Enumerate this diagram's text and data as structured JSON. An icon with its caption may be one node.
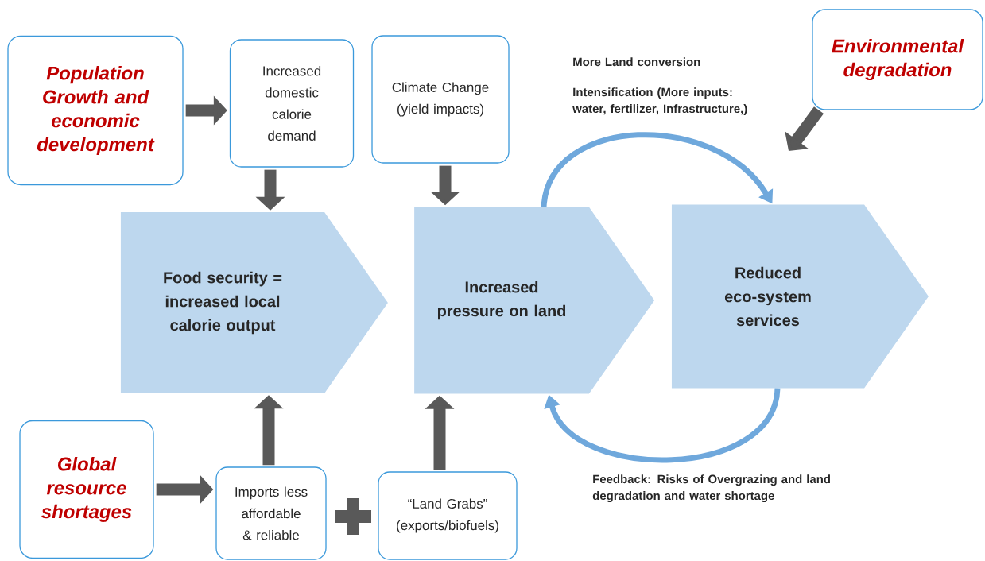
{
  "diagram": {
    "nodes": [
      {
        "text": [
          "Population Growth and economic development"
        ]
      },
      {
        "text": [
          "Increased domestic calorie demand"
        ]
      },
      {
        "text": [
          "Climate Change (yield impacts)"
        ]
      },
      {
        "text": [
          "Environmental degradation"
        ]
      },
      {
        "text": [
          "Food security = increased local calorie output"
        ]
      },
      {
        "text": [
          "Increased pressure on land"
        ]
      },
      {
        "text": [
          "Reduced eco-system services"
        ]
      },
      {
        "text": [
          "Global resource shortages"
        ]
      },
      {
        "text": [
          "Imports less affordable & reliable"
        ]
      },
      {
        "text": [
          "“Land Grabs” (exports/biofuels)"
        ]
      }
    ],
    "edges": [
      {
        "from": 0,
        "to": 1,
        "arrow": "to"
      },
      {
        "from": 1,
        "to": 4,
        "arrow": "to"
      },
      {
        "from": 2,
        "to": 5,
        "arrow": "to"
      },
      {
        "from": 3,
        "to": null,
        "arrow": "to"
      },
      {
        "from": 7,
        "to": 8,
        "arrow": "to"
      },
      {
        "from": 8,
        "to": 4,
        "arrow": "to"
      },
      {
        "from": 9,
        "to": 5,
        "arrow": "to"
      },
      {
        "from": 5,
        "to": 6,
        "arrow": "to",
        "color": "#6fa8dc"
      },
      {
        "from": 6,
        "to": 5,
        "arrow": "to",
        "color": "#6fa8dc"
      }
    ],
    "labels": [
      "More Land conversion",
      "Intensification (More inputs: water, fertilizer, Infrastructure,)",
      "Feedback: Risks of Overgrazing and land degradation and water shortage"
    ]
  }
}
